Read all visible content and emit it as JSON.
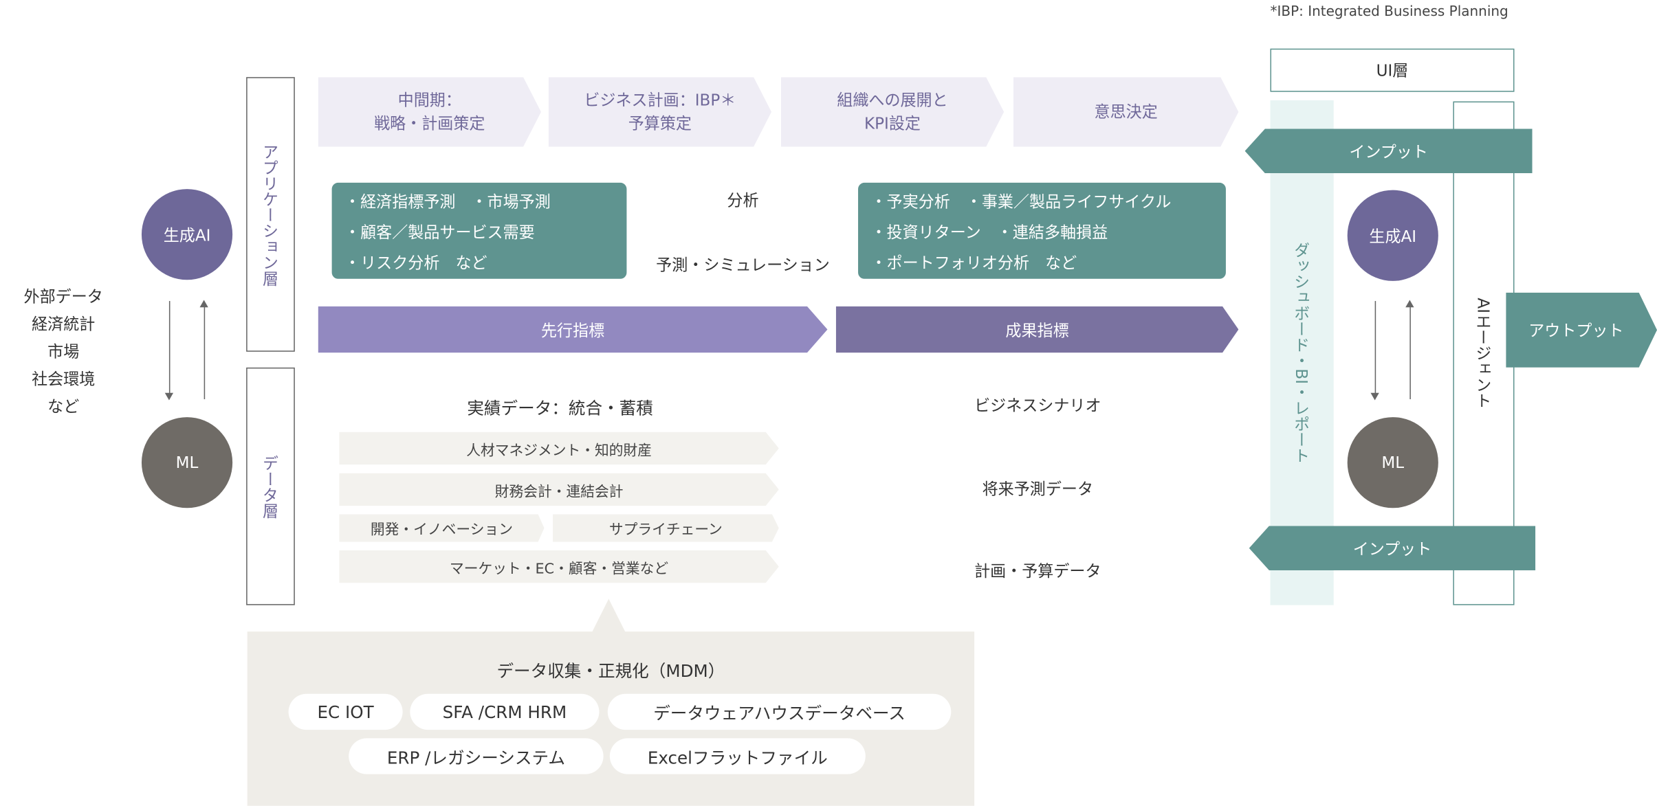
{
  "footnote": "*IBP: Integrated Business Planning",
  "external": {
    "lines": [
      "外部データ",
      "経済統計",
      "市場",
      "社会環境",
      "など"
    ]
  },
  "left_models": {
    "genai": "生成AI",
    "ml": "ML"
  },
  "layers": {
    "app": "アプリケーション層",
    "data": "データ層",
    "ui": "UI層"
  },
  "process": [
    {
      "l1": "中間期：",
      "l2": "戦略・計画策定"
    },
    {
      "l1": "ビジネス計画：IBP＊",
      "l2": "予算策定"
    },
    {
      "l1": "組織への展開と",
      "l2": "KPI設定"
    },
    {
      "l1": "意思決定",
      "l2": ""
    }
  ],
  "analysis_left": [
    "・経済指標予測　・市場予測",
    "・顧客／製品サービス需要",
    "・リスク分析　など"
  ],
  "analysis_right": [
    "・予実分析　・事業／製品ライフサイクル",
    "・投資リターン　・連結多軸損益",
    "・ポートフォリオ分析　など"
  ],
  "center_labels": {
    "analysis": "分析",
    "forecast": "予測・シミュレーション"
  },
  "indicators": {
    "leading": "先行指標",
    "result": "成果指標"
  },
  "actuals": {
    "title": "実績データ：統合・蓄積",
    "rows": [
      "人材マネジメント・知的財産",
      "財務会計・連結会計",
      "開発・イノベーション",
      "サプライチェーン",
      "マーケット・EC・顧客・営業など"
    ]
  },
  "future_labels": [
    "ビジネスシナリオ",
    "将来予測データ",
    "計画・予算データ"
  ],
  "mdm": {
    "title": "データ収集・正規化（MDM）",
    "sources": [
      "EC IOT",
      "SFA /CRM HRM",
      "データウェアハウスデータベース",
      "ERP /レガシーシステム",
      "Excelフラットファイル"
    ]
  },
  "right": {
    "dashboard": "ダッシュボード・BI・レポート",
    "input_top": "インプット",
    "input_bottom": "インプット",
    "genai": "生成AI",
    "ml": "ML",
    "agent": "AIエージェント",
    "output": "アウトプット"
  },
  "colors": {
    "teal": "#5f9490",
    "purple": "#6e6899",
    "lead": "#9289c0",
    "result": "#7a72a0",
    "ml": "#6f6b66"
  }
}
